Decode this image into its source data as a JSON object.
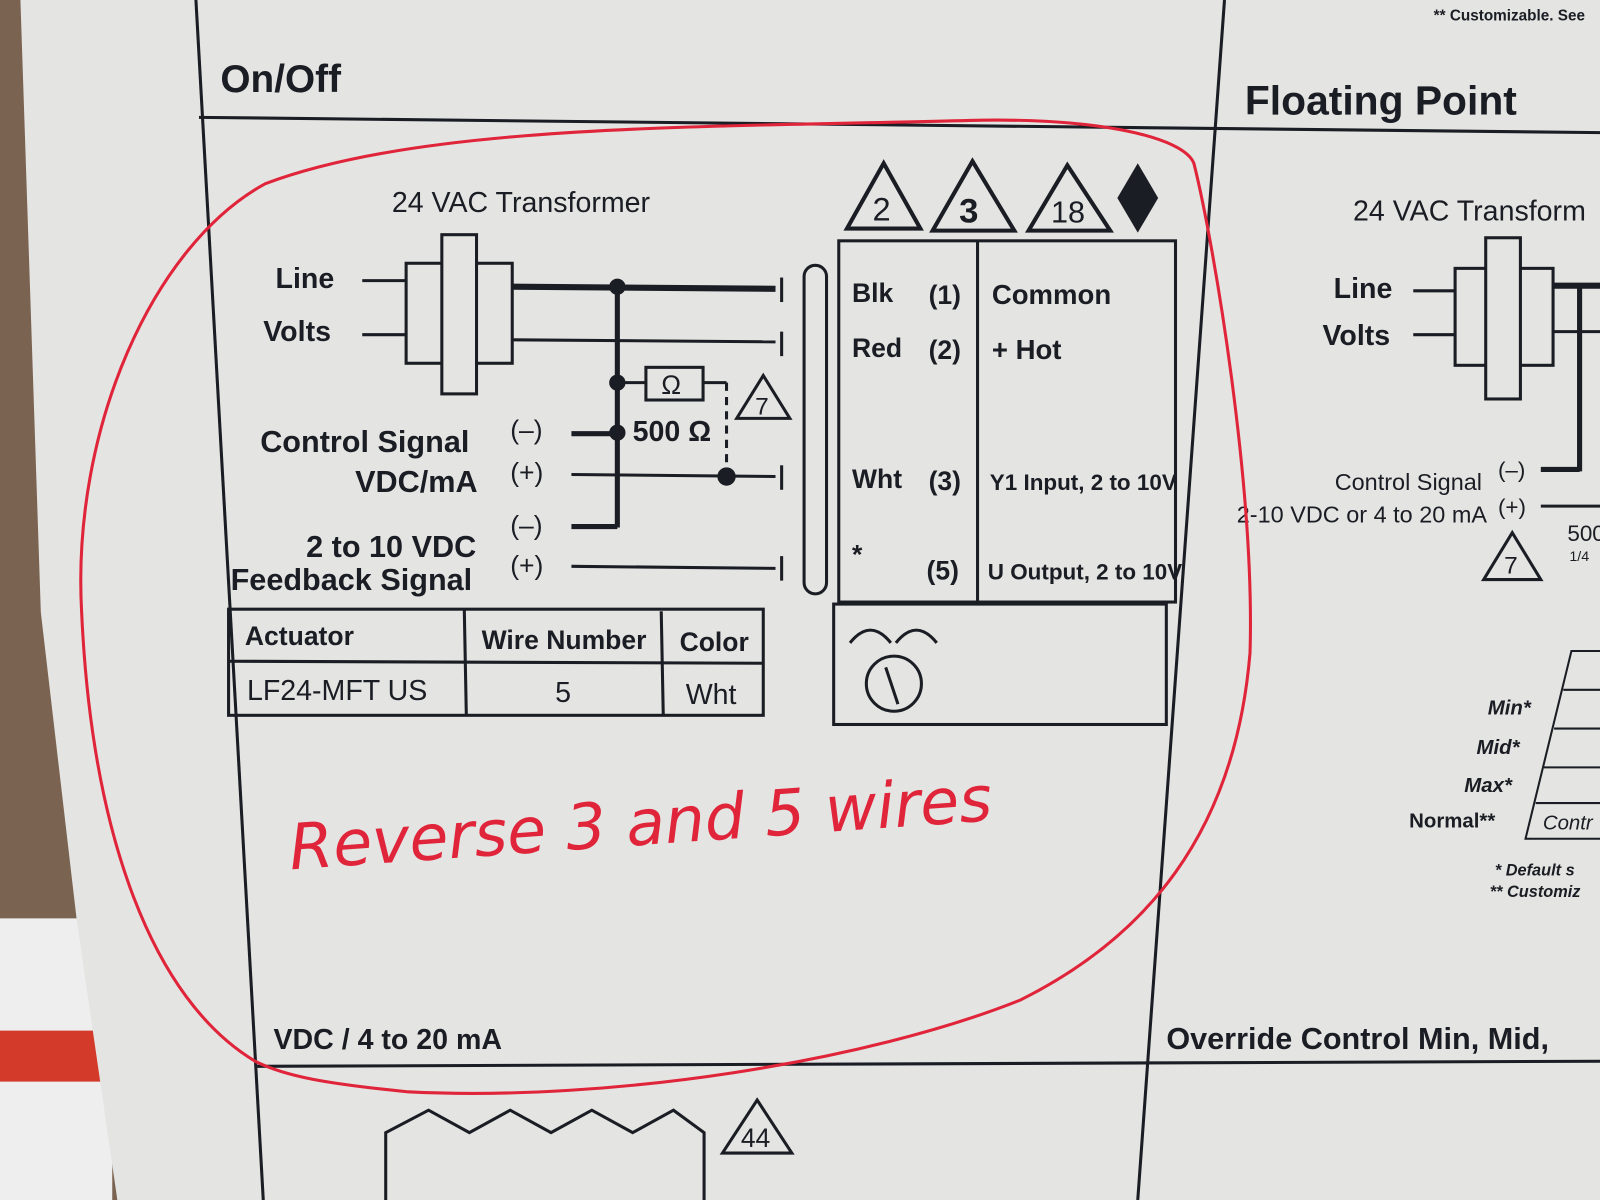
{
  "top_note": "** Customizable. See",
  "sections": {
    "on_off": "On/Off",
    "floating_point": "Floating Point",
    "vdc": "VDC / 4 to 20 mA",
    "override": "Override Control Min, Mid,"
  },
  "left_diagram": {
    "transformer": "24 VAC Transformer",
    "line": "Line",
    "volts": "Volts",
    "control_signal": "Control Signal",
    "vdc_ma": "VDC/mA",
    "minus": "(–)",
    "plus": "(+)",
    "feedback_1": "2 to 10 VDC",
    "feedback_2": "Feedback Signal",
    "resistor_symbol": "Ω",
    "resistor_value": "500 Ω",
    "note_triangles": [
      "2",
      "3",
      "18",
      "7"
    ],
    "terminals": [
      {
        "color": "Blk",
        "num": "(1)",
        "desc": "Common"
      },
      {
        "color": "Red",
        "num": "(2)",
        "desc": "+ Hot"
      },
      {
        "color": "Wht",
        "num": "(3)",
        "desc": "Y1 Input, 2 to 10V"
      },
      {
        "color": "*",
        "num": "(5)",
        "desc": "U Output, 2 to 10V"
      }
    ],
    "table": {
      "headers": [
        "Actuator",
        "Wire Number",
        "Color"
      ],
      "row": [
        "LF24-MFT US",
        "5",
        "Wht"
      ]
    }
  },
  "right_diagram": {
    "transformer": "24 VAC Transform",
    "line": "Line",
    "volts": "Volts",
    "control_signal": "Control Signal",
    "range": "2-10 VDC or 4 to 20 mA",
    "minus": "(–)",
    "plus": "(+)",
    "triangle": "7",
    "res_1": "500",
    "res_2": "1/4",
    "modes": [
      "Min*",
      "Mid*",
      "Max*",
      "Normal**"
    ],
    "mode_cell": "Contr",
    "footnote_1": "* Default s",
    "footnote_2": "** Customiz"
  },
  "bottom_triangle": "44",
  "handwritten_note": "Reverse 3 and 5 wires",
  "colors": {
    "paper": "#e6e6e4",
    "ink": "#1b1d24",
    "marker": "#e0243a"
  }
}
